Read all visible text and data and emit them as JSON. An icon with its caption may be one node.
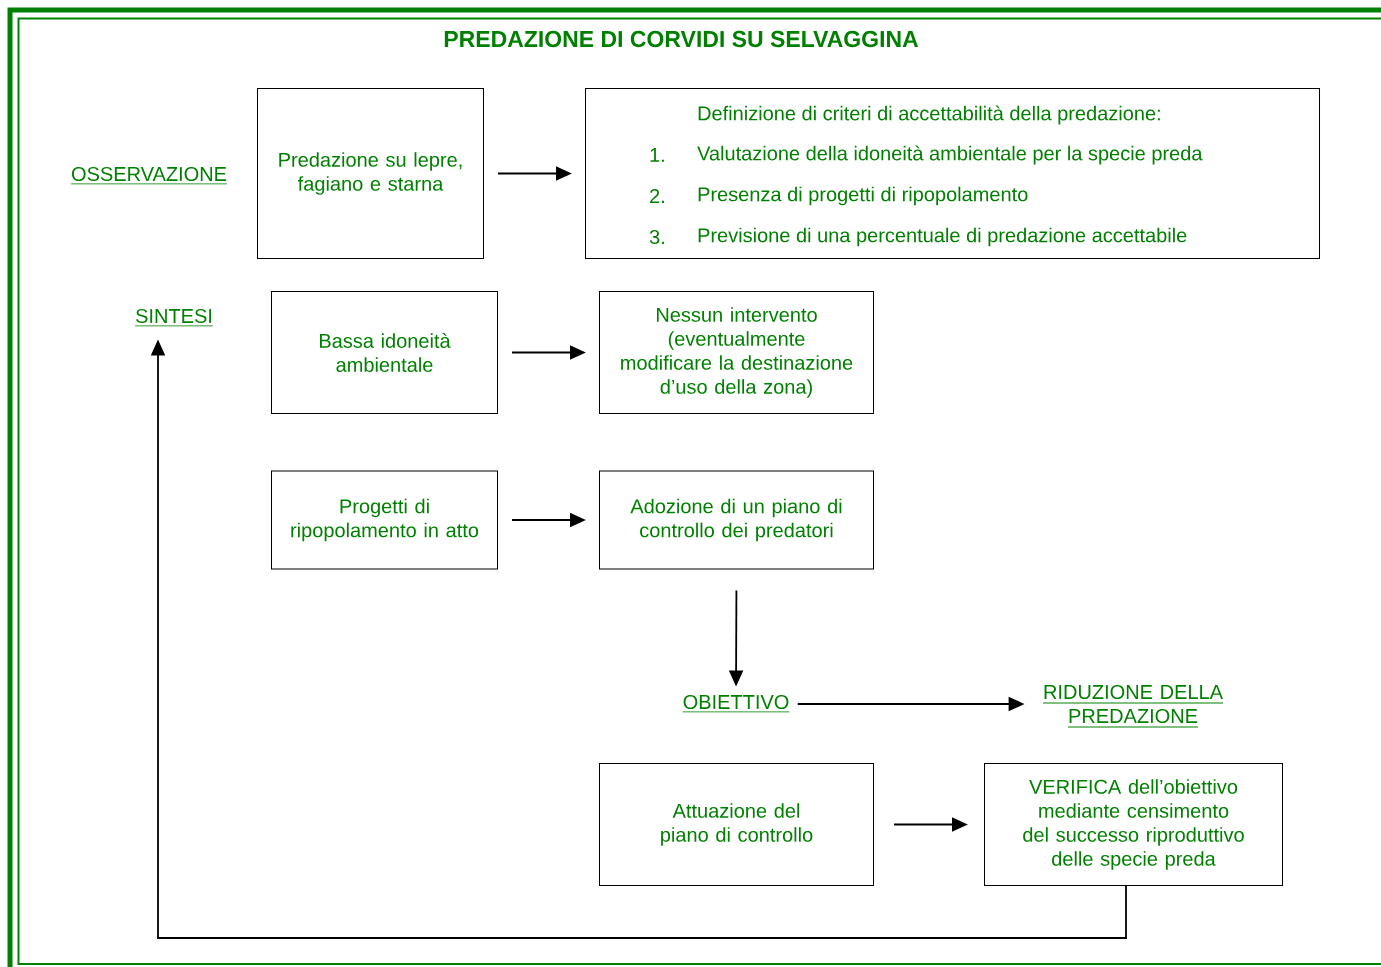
{
  "diagram": {
    "title": "PREDAZIONE DI CORVIDI SU SELVAGGINA",
    "nodes": [
      {
        "text": [
          "SINTESI"
        ]
      },
      {
        "text": [
          "Predazione su lepre, fagiano e starna"
        ]
      },
      {
        "text": [
          "Definizione di criteri di accettabilità della predazione:",
          "1.",
          "Valutazione della idoneità ambientale per la specie preda",
          "2.",
          "Presenza di progetti di ripopolamento",
          "3.",
          "Previsione di una  percentuale di predazione accettabile"
        ]
      },
      {
        "text": [
          "Bassa idoneità ambientale"
        ]
      },
      {
        "text": [
          "Nessun intervento (eventualmente modificare la destinazione d’uso della zona)"
        ]
      },
      {
        "text": [
          "Progetti di ripopolamento in atto"
        ]
      },
      {
        "text": [
          "Adozione di un piano di controllo dei predatori"
        ]
      },
      {
        "text": [
          "OBIETTIVO"
        ]
      },
      {
        "text": [
          "RIDUZIONE DELLA PREDAZIONE"
        ]
      },
      {
        "text": [
          "Attuazione del piano di controllo"
        ]
      },
      {
        "text": [
          "VERIFICA dell’obiettivo mediante censimento del successo riproduttivo delle specie preda"
        ]
      }
    ],
    "edges": [
      {
        "from": 1,
        "to": 2,
        "arrow": "to"
      },
      {
        "from": 3,
        "to": 4,
        "arrow": "to"
      },
      {
        "from": 5,
        "to": 6,
        "arrow": "to"
      },
      {
        "from": 6,
        "to": 7,
        "arrow": "to"
      },
      {
        "from": 7,
        "to": 8,
        "arrow": "to"
      },
      {
        "from": 9,
        "to": 10,
        "arrow": "to"
      },
      {
        "from": 10,
        "to": 0,
        "arrow": "to"
      }
    ],
    "labels": [
      "OSSERVAZIONE"
    ]
  }
}
